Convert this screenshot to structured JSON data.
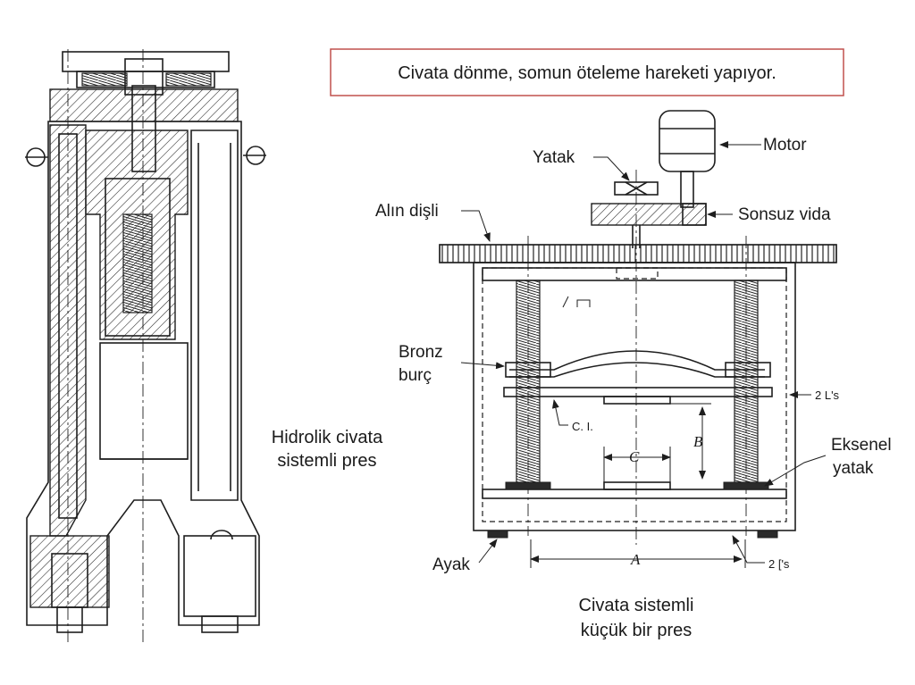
{
  "header_note": "Civata dönme, somun öteleme hareketi yapıyor.",
  "left_figure": {
    "caption_line1": "Hidrolik civata",
    "caption_line2": "sistemli pres"
  },
  "right_figure": {
    "labels": {
      "motor": "Motor",
      "yatak": "Yatak",
      "sonsuz_vida": "Sonsuz vida",
      "alin_disli": "Alın dişli",
      "bronz_line1": "Bronz",
      "bronz_line2": "burç",
      "two_ls_upper": "2 L's",
      "ci": "C. I.",
      "eksenel_line1": "Eksenel",
      "eksenel_line2": "yatak",
      "ayak": "Ayak",
      "two_cs_lower": "2 ['s",
      "dim_a": "A",
      "dim_b": "B",
      "dim_c": "C"
    },
    "caption_line1": "Civata sistemli",
    "caption_line2": "küçük bir pres"
  },
  "colors": {
    "note_border": "#c0504d",
    "ink": "#1e1e1e"
  }
}
